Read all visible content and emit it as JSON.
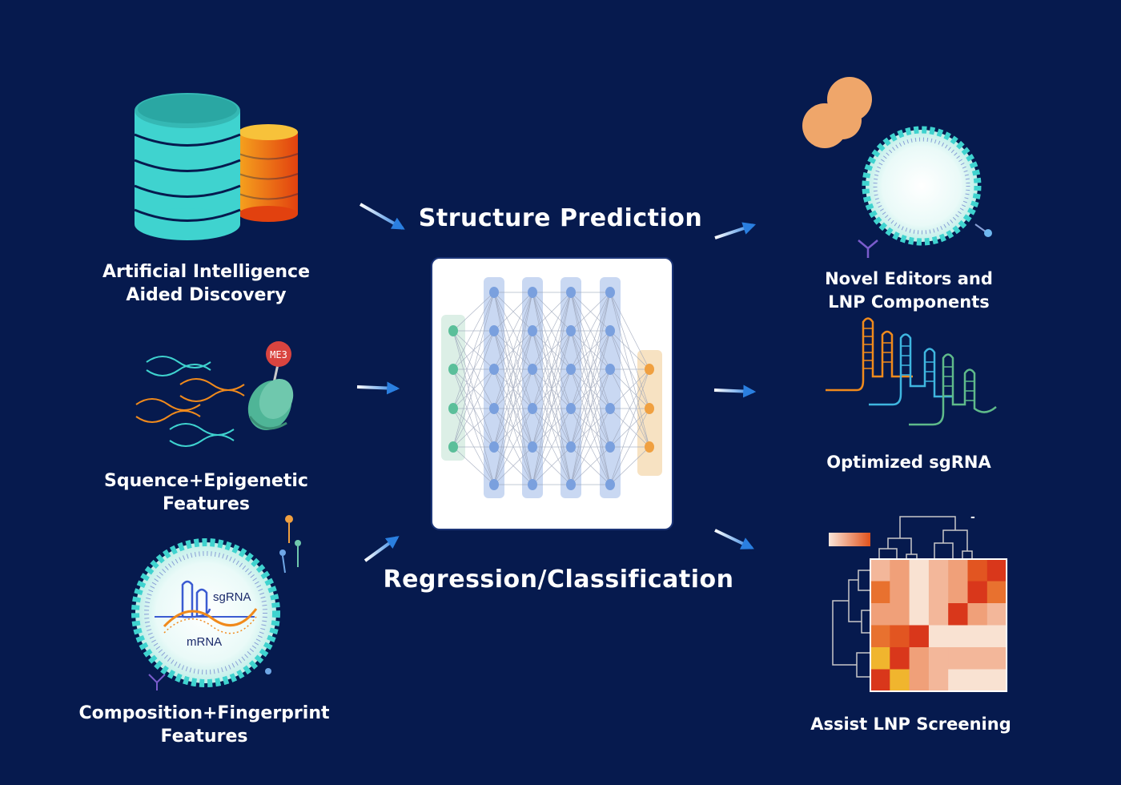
{
  "center": {
    "top_title": "Structure Prediction",
    "bottom_title": "Regression/Classification"
  },
  "left": {
    "ai": [
      "Artificial Intelligence",
      "Aided Discovery"
    ],
    "sequence": [
      "Squence+Epigenetic",
      "Features"
    ],
    "composition": [
      "Composition+Fingerprint",
      "Features"
    ]
  },
  "right": {
    "editors": [
      "Novel Editors and",
      "LNP Components"
    ],
    "sgrna": "Optimized sgRNA",
    "screening": "Assist LNP Screening"
  },
  "icons": {
    "me3_badge": "ME3",
    "lnp_sgrna": "sgRNA",
    "lnp_mrna": "mRNA",
    "heatmap_scale_mark": "-"
  },
  "colors": {
    "background": "#061a4e",
    "teal": "#3fd3cf",
    "orange": "#f08a1c",
    "nn_layer": "#c9d8f2",
    "nn_node": "#7aa0de",
    "nn_input": "#5bbf9a",
    "nn_output": "#f0a040",
    "arrow": "#2a7fe0"
  }
}
